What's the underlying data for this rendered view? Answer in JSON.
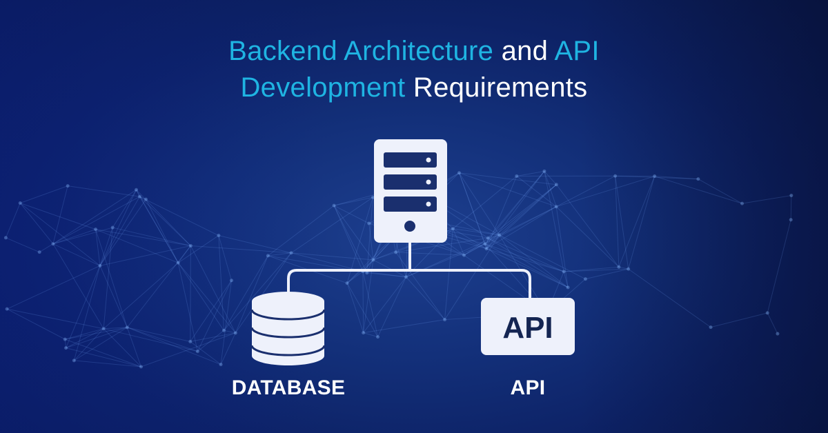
{
  "title": {
    "line1": [
      {
        "text": "Backend Architecture",
        "color": "cyan"
      },
      {
        "text": " and ",
        "color": "white"
      },
      {
        "text": "API",
        "color": "cyan"
      }
    ],
    "line2": [
      {
        "text": "Development",
        "color": "cyan"
      },
      {
        "text": " Requirements",
        "color": "white"
      }
    ]
  },
  "diagram": {
    "server": {
      "icon": "server-icon"
    },
    "database": {
      "icon": "database-icon",
      "label": "DATABASE"
    },
    "api": {
      "icon": "api-box-icon",
      "box_text": "API",
      "label": "API"
    }
  },
  "colors": {
    "accent": "#1fb4e2",
    "background": "#13307a",
    "icon": "#eef1fb"
  }
}
